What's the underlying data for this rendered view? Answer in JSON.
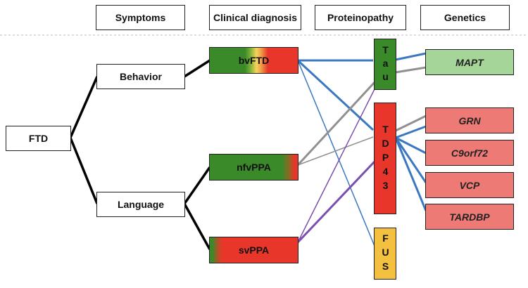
{
  "headers": {
    "symptoms": "Symptoms",
    "clinical": "Clinical diagnosis",
    "proteinopathy": "Proteinopathy",
    "genetics": "Genetics"
  },
  "tree": {
    "root": "FTD",
    "behavior": "Behavior",
    "language": "Language"
  },
  "diagnoses": {
    "bvftd": "bvFTD",
    "nfvppa": "nfvPPA",
    "svppa": "svPPA"
  },
  "proteins": {
    "tau": "Tau",
    "tdp43": "TDP43",
    "fus": "FUS"
  },
  "genes": {
    "mapt": "MAPT",
    "grn": "GRN",
    "c9orf72": "C9orf72",
    "vcp": "VCP",
    "tardbp": "TARDBP"
  },
  "colors": {
    "green": "#3a8a2a",
    "red": "#e8362a",
    "yellow": "#f4c040",
    "gene_green": "#a6d59a",
    "gene_red": "#ee7a76",
    "link_blue": "#3a78c0",
    "link_gray": "#909090",
    "link_purple": "#7a4fb0"
  }
}
